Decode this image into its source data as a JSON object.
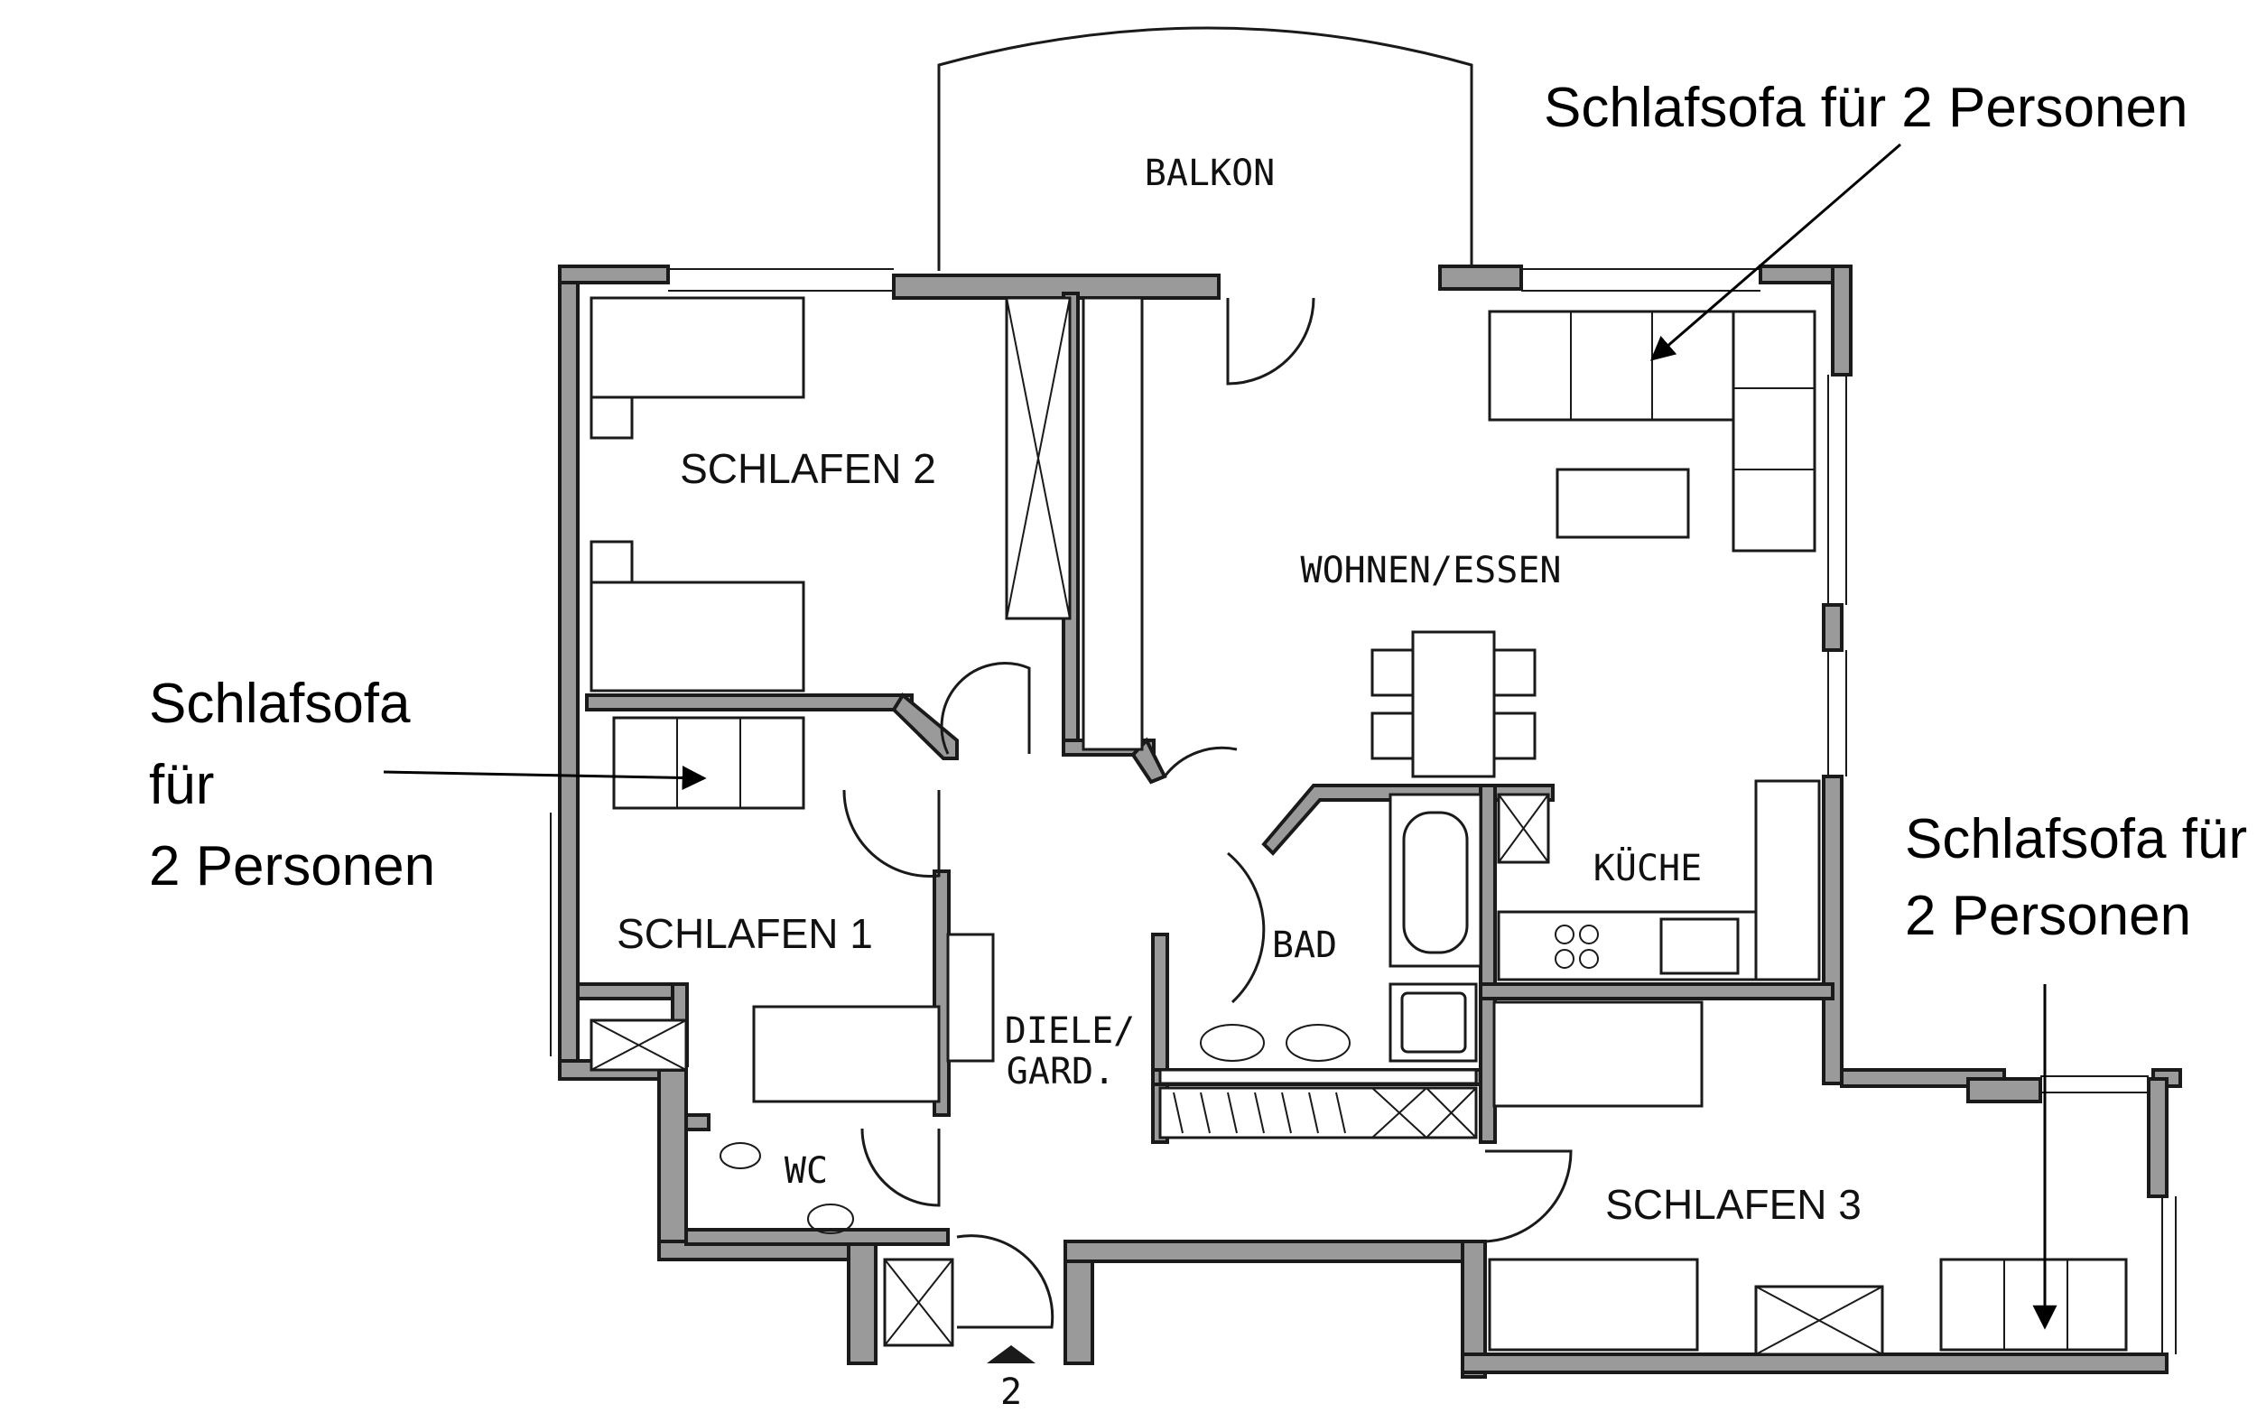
{
  "rooms": {
    "balkon": "BALKON",
    "schlafen2": "SCHLAFEN 2",
    "wohnen": "WOHNEN/ESSEN",
    "schlafen1": "SCHLAFEN 1",
    "kueche": "KÜCHE",
    "bad": "BAD",
    "diele_line1": "DIELE/",
    "diele_line2": "GARD.",
    "wc": "WC",
    "schlafen3": "SCHLAFEN 3"
  },
  "entrance_number": "2",
  "annotations": {
    "top_right": "Schlafsofa für 2 Personen",
    "left_line1": "Schlafsofa",
    "left_line2": "für",
    "left_line3": "2 Personen",
    "right_line1": "Schlafsofa für",
    "right_line2": "2 Personen"
  }
}
